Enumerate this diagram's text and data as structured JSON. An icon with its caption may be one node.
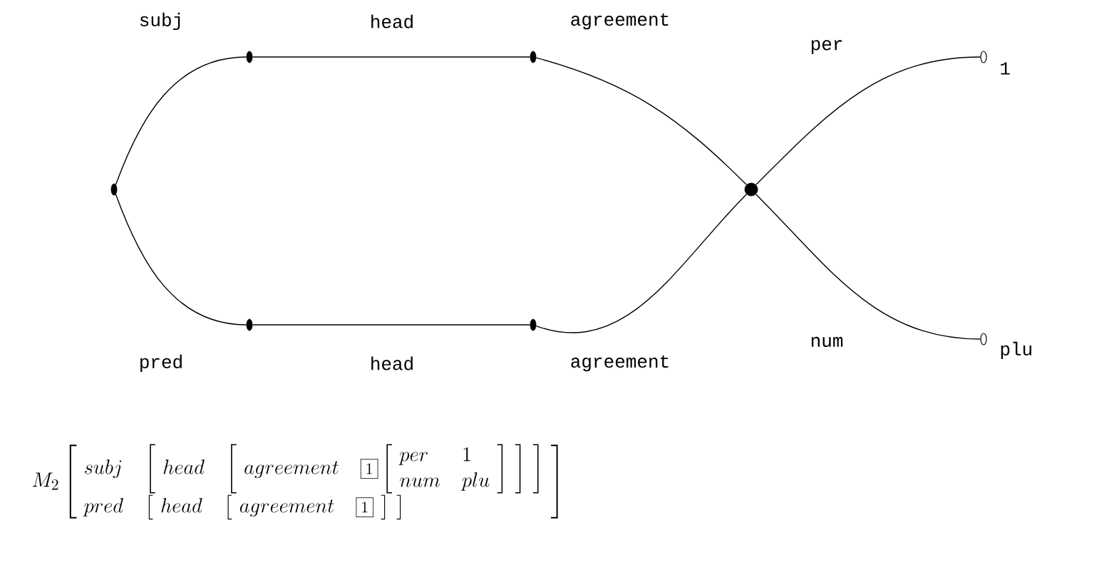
{
  "diagram": {
    "nodes": [
      {
        "text": [],
        "shape": "dot"
      },
      {
        "text": [],
        "shape": "dot"
      },
      {
        "text": [],
        "shape": "dot"
      },
      {
        "text": [],
        "shape": "circle"
      },
      {
        "text": [],
        "shape": "ring",
        "beside": [
          "1"
        ]
      },
      {
        "text": [],
        "shape": "dot"
      },
      {
        "text": [],
        "shape": "dot"
      },
      {
        "text": [],
        "shape": "ring",
        "beside": [
          "plu"
        ]
      }
    ],
    "edges": [
      {
        "from": 0,
        "to": 1,
        "arrow": "none",
        "label": "subj"
      },
      {
        "from": 1,
        "to": 2,
        "arrow": "none",
        "label": "head"
      },
      {
        "from": 2,
        "to": 3,
        "arrow": "none",
        "label": "agreement"
      },
      {
        "from": 3,
        "to": 4,
        "arrow": "none",
        "label": "per"
      },
      {
        "from": 0,
        "to": 5,
        "arrow": "none",
        "label": "pred"
      },
      {
        "from": 5,
        "to": 6,
        "arrow": "none",
        "label": "head"
      },
      {
        "from": 6,
        "to": 3,
        "arrow": "none",
        "label": "agreement"
      },
      {
        "from": 3,
        "to": 7,
        "arrow": "none",
        "label": "num"
      }
    ],
    "labels": [
      "M_2 \\left[\\begin{array}{l@{\\quad}l} subj & \\left[\\begin{array}{l@{\\quad}l} head & \\left[\\begin{array}{l@{\\quad}l} agreement & \\fbox{$\\scriptstyle 1$}\\left[\\begin{array}{l@{\\quad}l} per & 1\\\\ num & plu\\end{array}\\right]\\end{array}\\right]\\end{array}\\right]\\\\ pred & \\left[\\begin{array}{l@{\\quad}l} head & \\left[\\begin{array}{l@{\\quad}l} agreement & \\fbox{$\\scriptstyle 1$}\\end{array}\\right]\\end{array}\\right]\\end{array}\\right]"
    ]
  }
}
